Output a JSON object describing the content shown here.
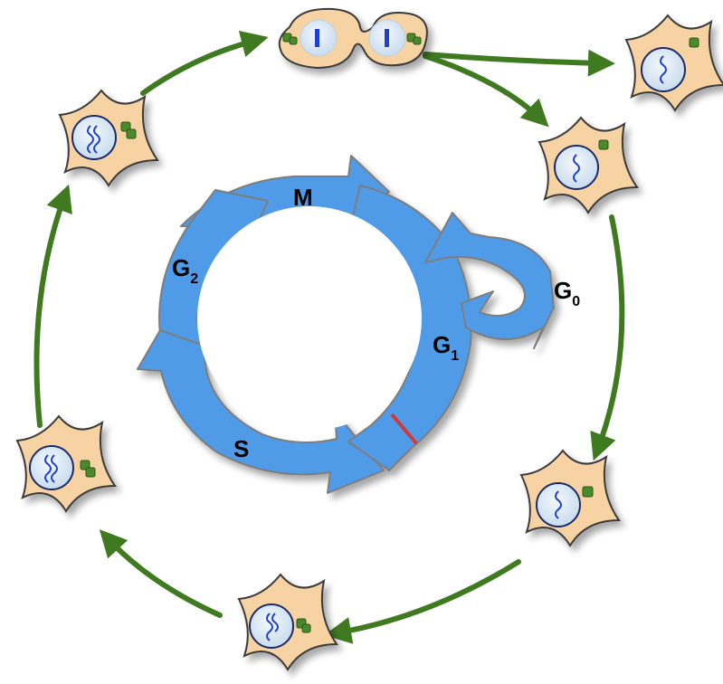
{
  "colors": {
    "arrow_blue": "#4f9be8",
    "arrow_outline": "#7d7d7d",
    "green_arrow": "#3f7a21",
    "cell_fill": "#f7d3a4",
    "cell_outline": "#3a3a3a",
    "nucleus_fill": "#dbe9f5",
    "chromosome": "#1d3fd6",
    "centrosome": "#4c8a2c",
    "checkpoint": "#d13a3a"
  },
  "phases": {
    "m": "M",
    "g2_main": "G",
    "g2_sub": "2",
    "s": "S",
    "g1_main": "G",
    "g1_sub": "1",
    "g0_main": "G",
    "g0_sub": "0"
  },
  "cells": [
    {
      "id": "dividing",
      "stage": "cytokinesis"
    },
    {
      "id": "quiescent",
      "stage": "g0"
    },
    {
      "id": "g1-early",
      "stage": "g1"
    },
    {
      "id": "g1-late",
      "stage": "g1"
    },
    {
      "id": "s-phase",
      "stage": "s"
    },
    {
      "id": "g2-early",
      "stage": "g2"
    },
    {
      "id": "g2-late",
      "stage": "g2"
    }
  ]
}
